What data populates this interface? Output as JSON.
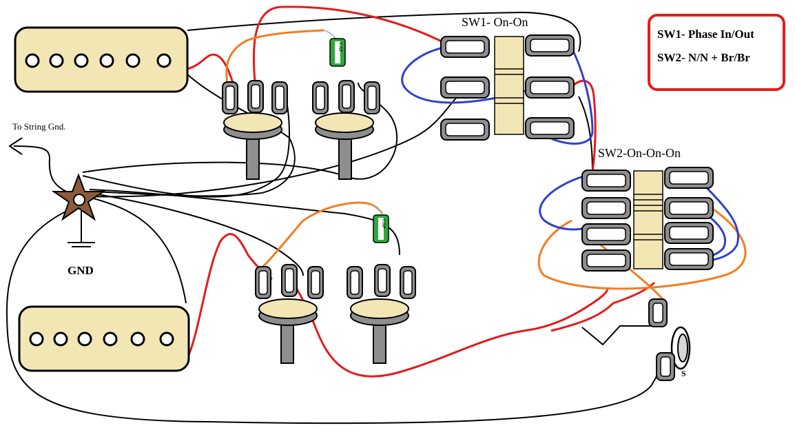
{
  "labels": {
    "sw1_title": "SW1- On-On",
    "sw2_title": "SW2-On-On-On",
    "string_ground": "To String Gnd.",
    "ground": "GND",
    "jack_sleeve": "S",
    "cap_letters": "CAP"
  },
  "legend": {
    "line1": "SW1- Phase In/Out",
    "line2": "SW2- N/N + Br/Br"
  },
  "colors": {
    "hot_wire": "#e51a1a",
    "ground_wire": "#000000",
    "coil_tap_wire": "#f47c20",
    "switch_jumper": "#2f3fd1",
    "pickup_cover": "#f2e6b5",
    "pot_base": "#f2e6b5",
    "capacitor": "#2daa3a",
    "star_ground": "#8b5a3c"
  }
}
